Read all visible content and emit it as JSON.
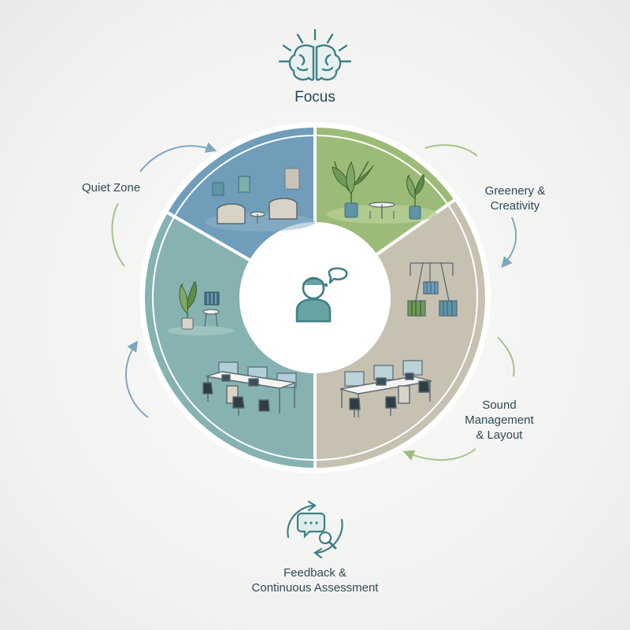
{
  "title": "Focus",
  "segments": {
    "quiet": {
      "label": "Quiet Zone",
      "color": "#6f9dba"
    },
    "greenery": {
      "line1": "Greenery &",
      "line2": "Creativity",
      "color": "#9dbb78"
    },
    "sound": {
      "line1": "Sound",
      "line2": "Management",
      "line3": "& Layout",
      "color": "#c6c1b1"
    },
    "workspace": {
      "color": "#86b3b1"
    }
  },
  "feedback": {
    "line1": "Feedback &",
    "line2": "Continuous Assessment"
  },
  "icons": [
    "brain-icon",
    "person-thinking-icon",
    "chat-search-cycle-icon"
  ],
  "colors": {
    "text": "#2f4a57",
    "accent_teal": "#3f7f86",
    "arrow_green": "#a7c28a",
    "arrow_blue": "#8fb3c6"
  }
}
